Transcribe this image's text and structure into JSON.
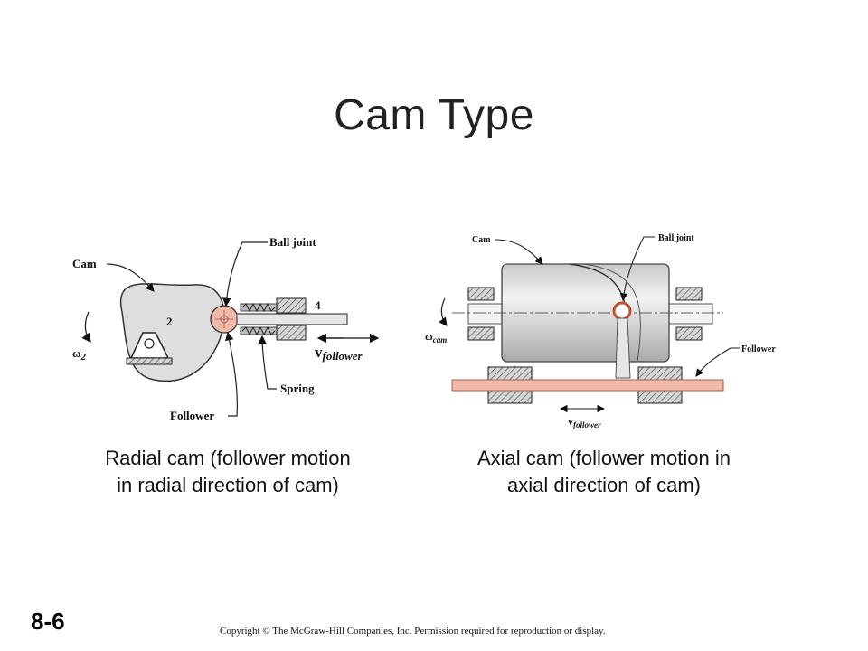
{
  "title": "Cam Type",
  "radial": {
    "label_cam": "Cam",
    "label_ball_joint": "Ball joint",
    "label_follower": "Follower",
    "label_spring": "Spring",
    "label_link2": "2",
    "label_link4": "4",
    "label_omega": "ω",
    "label_omega_sub": "2",
    "label_v": "v",
    "label_v_sub": "follower",
    "caption_line1": "Radial cam (follower motion",
    "caption_line2": "in radial direction of cam)"
  },
  "axial": {
    "label_cam": "Cam",
    "label_ball_joint": "Ball joint",
    "label_follower": "Follower",
    "label_omega": "ω",
    "label_omega_sub": "cam",
    "label_v": "v",
    "label_v_sub": "follower",
    "caption_line1": "Axial cam (follower motion in",
    "caption_line2": "axial direction of cam)"
  },
  "footer": {
    "slide_number": "8-6",
    "copyright": "Copyright © The McGraw-Hill Companies, Inc. Permission required for reproduction or display."
  },
  "colors": {
    "cam_fill": "#e2e2e2",
    "follower_fill": "#f0b9a8",
    "hatch_fill": "#bdbdbd"
  }
}
